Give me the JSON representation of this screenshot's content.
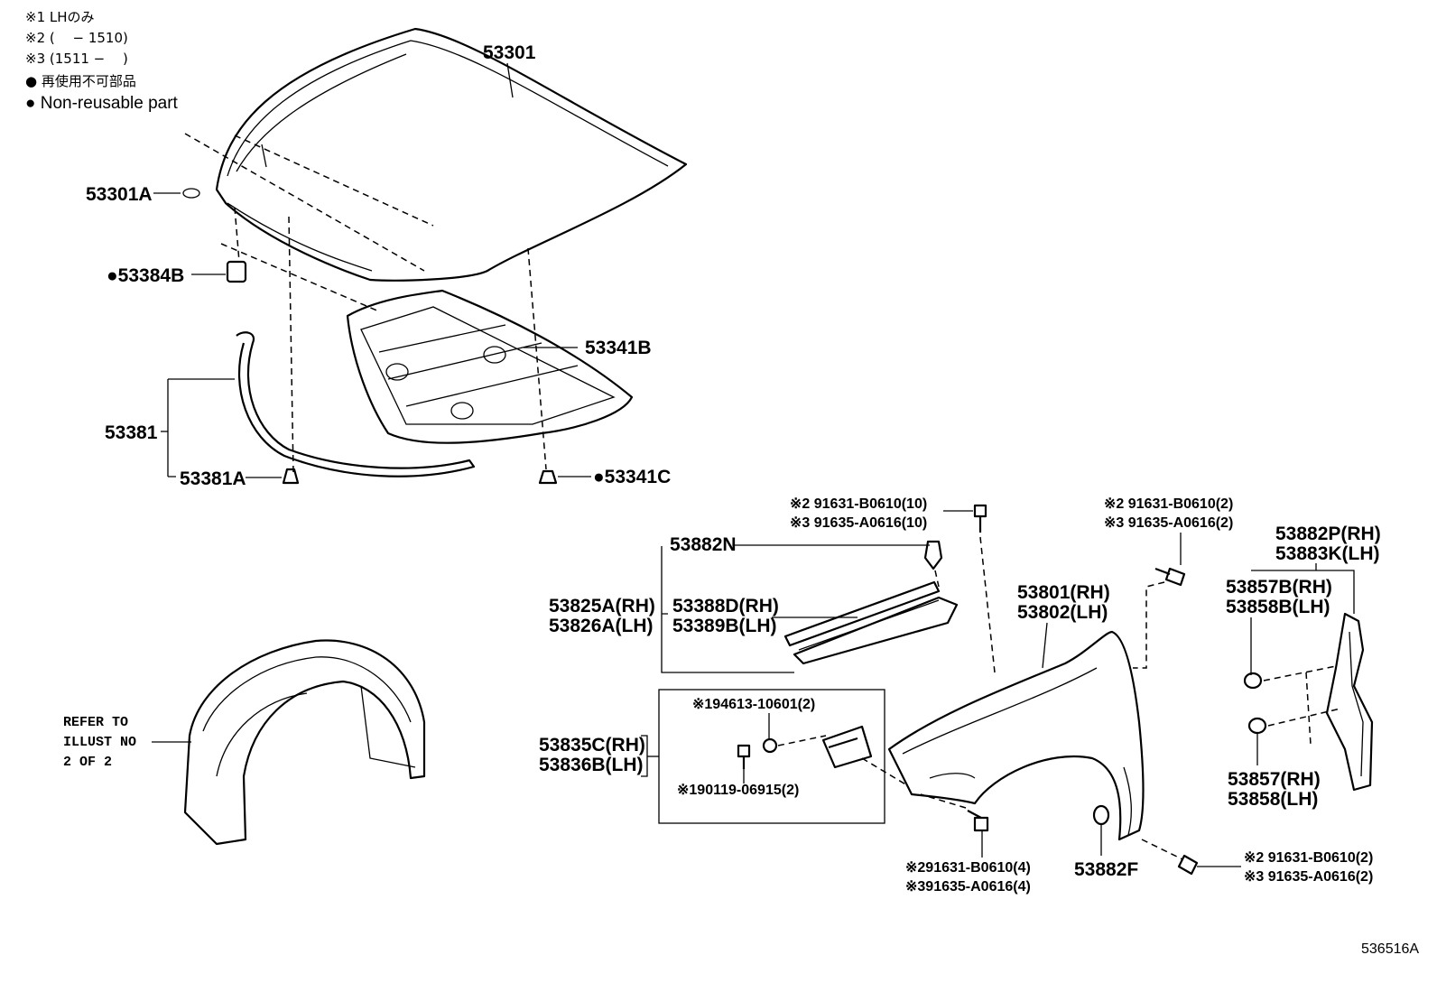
{
  "legend": {
    "note1": "※1 LHのみ",
    "note2": "※2 (　 − 1510)",
    "note3": "※3 (1511 −　 )",
    "dot_jp": "● 再使用不可部品",
    "dot_en": "● Non-reusable part"
  },
  "labels": {
    "p53301": "53301",
    "p53301A": "53301A",
    "p53384B": "●53384B",
    "p53341B": "53341B",
    "p53381": "53381",
    "p53381A": "53381A",
    "p53341C": "●53341C",
    "bolt_top_2": "※2 91631-B0610(10)",
    "bolt_top_3": "※3 91635-A0616(10)",
    "p53882N": "53882N",
    "p53825A": "53825A(RH)",
    "p53826A": "53826A(LH)",
    "p53388D": "53388D(RH)",
    "p53389B": "53389B(LH)",
    "refer1": "REFER TO",
    "refer2": "ILLUST NO",
    "refer3": "2 OF 2",
    "nut_note": "※194613-10601(2)",
    "bolt_note": "※190119-06915(2)",
    "p53835C": "53835C(RH)",
    "p53836B": "53836B(LH)",
    "fender_rh": "53801(RH)",
    "fender_lh": "53802(LH)",
    "bolt_rt_2": "※2 91631-B0610(2)",
    "bolt_rt_3": "※3 91635-A0616(2)",
    "p53882P": "53882P(RH)",
    "p53883K": "53883K(LH)",
    "p53857B": "53857B(RH)",
    "p53858B": "53858B(LH)",
    "p53857": "53857(RH)",
    "p53858": "53858(LH)",
    "bolt_bot_2": "※291631-B0610(4)",
    "bolt_bot_3": "※391635-A0616(4)",
    "p53882F": "53882F",
    "bolt_br_2": "※2 91631-B0610(2)",
    "bolt_br_3": "※3 91635-A0616(2)",
    "illust_no": "536516A"
  }
}
